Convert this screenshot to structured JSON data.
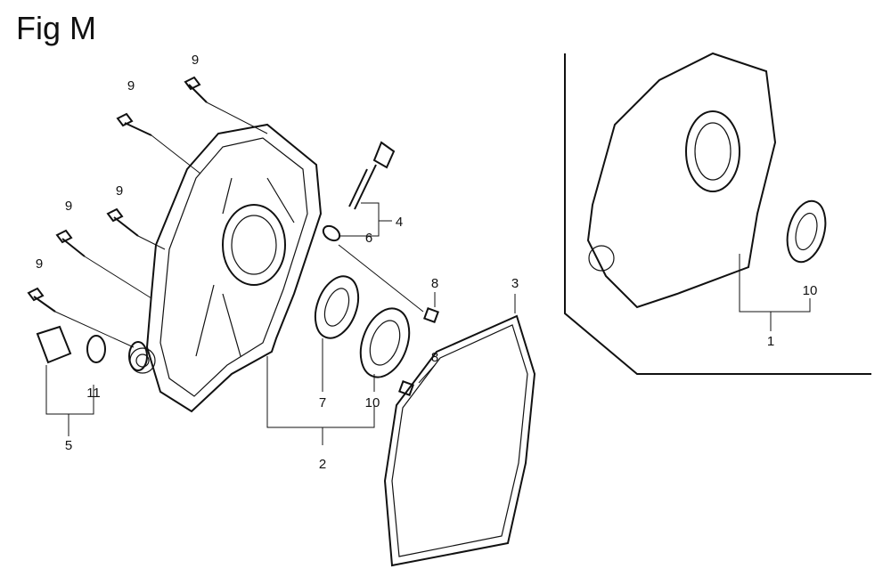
{
  "figure": {
    "title": "Fig M",
    "callouts": {
      "bolt_a": "9",
      "bolt_b": "9",
      "bolt_c": "9",
      "bolt_d": "9",
      "bolt_e": "9",
      "oil_filler_cap": "4",
      "o_ring": "6",
      "dowel_upper": "8",
      "dowel_lower": "8",
      "gasket": "3",
      "oil_seal": "7",
      "bearing": "10",
      "cover_assy": "2",
      "seal_small": "11",
      "governor_assy": "5",
      "inset_bearing": "10",
      "inset_cover": "1"
    }
  }
}
